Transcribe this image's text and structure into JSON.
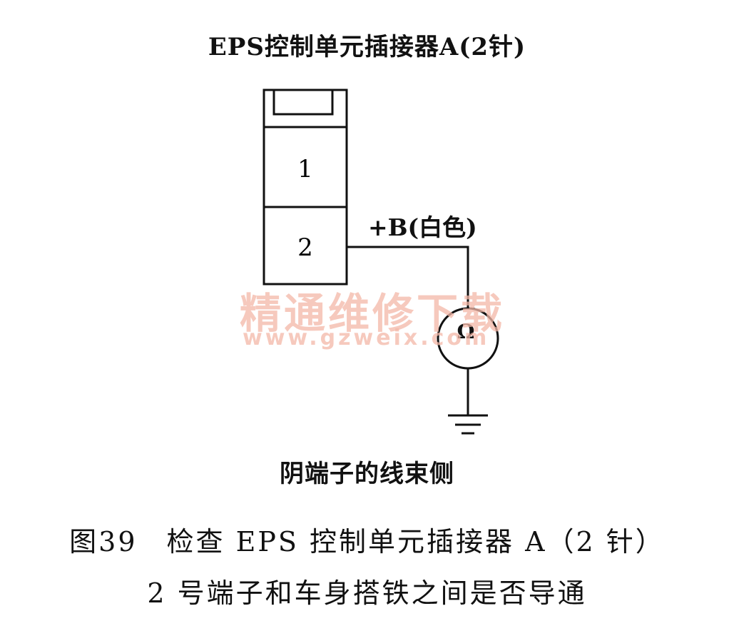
{
  "title": "EPS控制单元插接器A(2针)",
  "connector": {
    "pins": [
      {
        "label": "1"
      },
      {
        "label": "2"
      }
    ]
  },
  "wire_label": "+B(白色)",
  "meter_symbol": "Ω",
  "watermark": {
    "text_cn": "精通维修下载",
    "text_url": "www.gzweix.com"
  },
  "side_label": "阴端子的线束侧",
  "caption": {
    "line1": "图39　检查 EPS 控制单元插接器 A（2 针）",
    "line2": "2 号端子和车身搭铁之间是否导通"
  }
}
